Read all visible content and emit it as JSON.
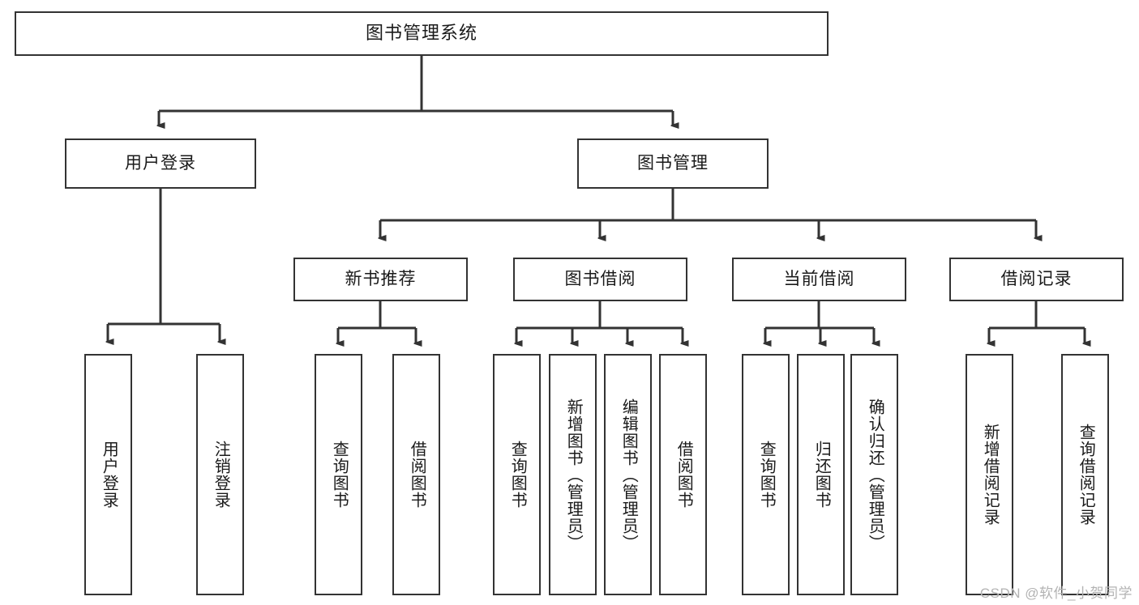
{
  "diagram": {
    "title": "图书管理系统",
    "type": "功能结构图",
    "root": {
      "label": "图书管理系统"
    },
    "level1": [
      {
        "label": "用户登录"
      },
      {
        "label": "图书管理"
      }
    ],
    "level2": [
      {
        "label": "新书推荐"
      },
      {
        "label": "图书借阅"
      },
      {
        "label": "当前借阅"
      },
      {
        "label": "借阅记录"
      }
    ],
    "leaves": {
      "user_login": [
        {
          "label": "用户登录"
        },
        {
          "label": "注销登录"
        }
      ],
      "new_book_recommend": [
        {
          "label": "查询图书"
        },
        {
          "label": "借阅图书"
        }
      ],
      "book_borrow": [
        {
          "label": "查询图书"
        },
        {
          "label": "新增图书（管理员）"
        },
        {
          "label": "编辑图书（管理员）"
        },
        {
          "label": "借阅图书"
        }
      ],
      "current_borrow": [
        {
          "label": "查询图书"
        },
        {
          "label": "归还图书"
        },
        {
          "label": "确认归还（管理员）"
        }
      ],
      "borrow_record": [
        {
          "label": "新增借阅记录"
        },
        {
          "label": "查询借阅记录"
        }
      ]
    }
  },
  "watermark": {
    "text": "CSDN @软件_小贺同学"
  },
  "colors": {
    "stroke": "#333333",
    "box_fill": "#ffffff",
    "text": "#1a1a1a",
    "watermark": "#b3b3b3",
    "background": "#ffffff"
  }
}
